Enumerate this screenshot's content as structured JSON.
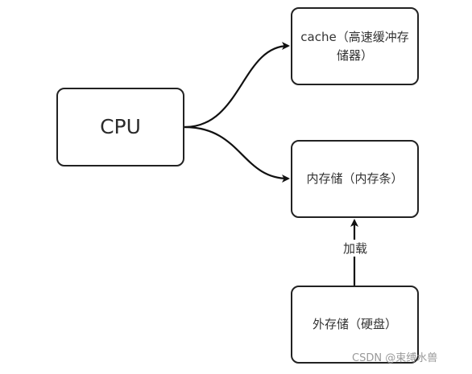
{
  "nodes": {
    "cpu": {
      "label": "CPU"
    },
    "cache": {
      "label": "cache（高速缓冲存储器）"
    },
    "memory": {
      "label": "内存储（内存条）"
    },
    "disk": {
      "label": "外存储（硬盘）"
    }
  },
  "edges": {
    "load": {
      "label": "加载"
    }
  },
  "watermark": "CSDN @束缚水兽"
}
